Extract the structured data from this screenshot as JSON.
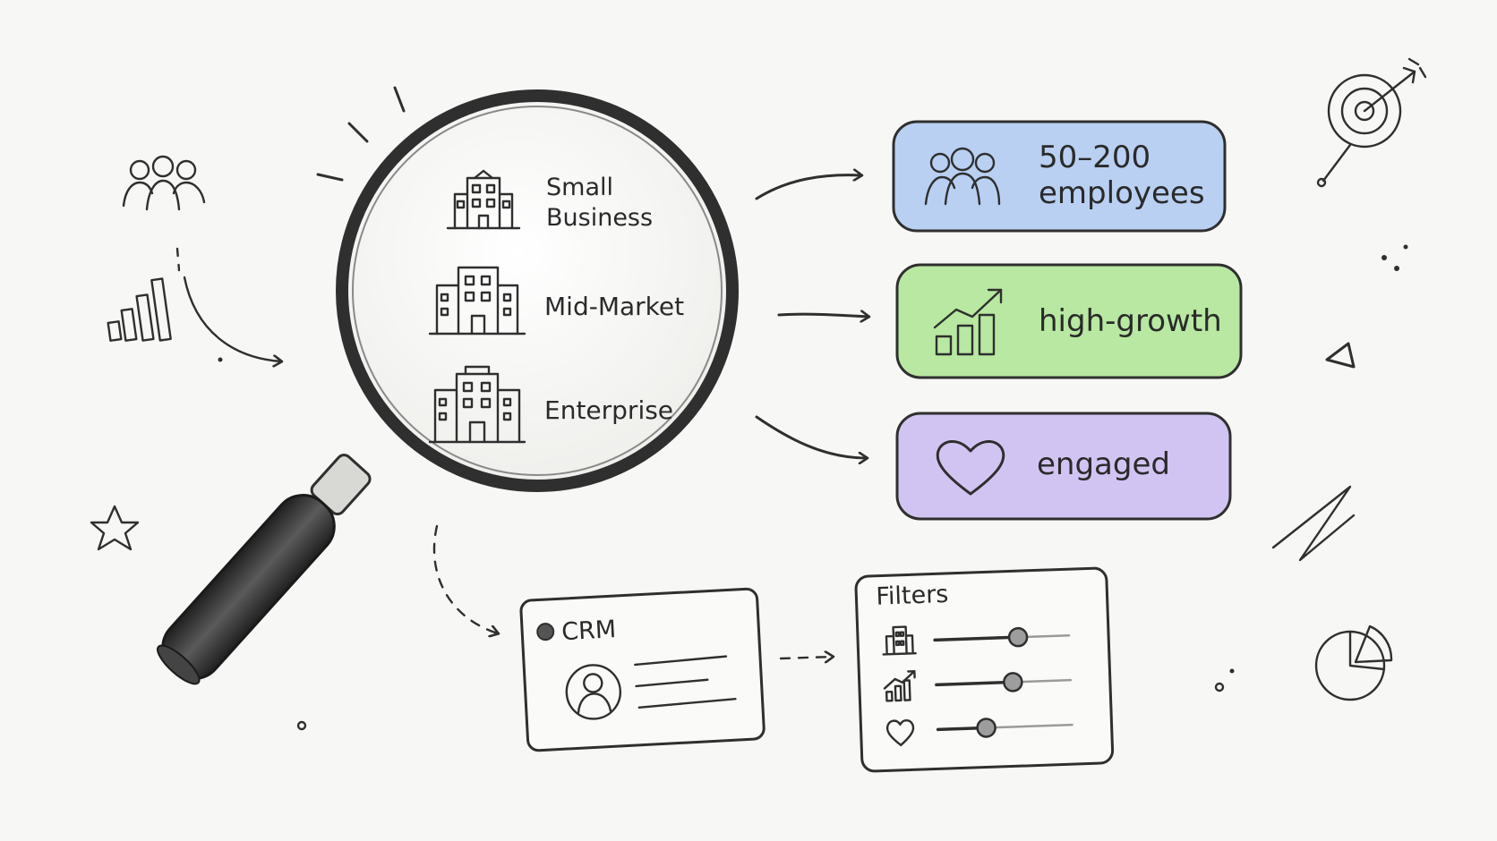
{
  "segments": [
    {
      "label_line1": "Small",
      "label_line2": "Business"
    },
    {
      "label_line1": "Mid-Market",
      "label_line2": ""
    },
    {
      "label_line1": "Enterprise",
      "label_line2": ""
    }
  ],
  "criteria": [
    {
      "line1": "50–200",
      "line2": "employees",
      "icon": "people-icon",
      "color": "#b9d0f2"
    },
    {
      "line1": "high-growth",
      "line2": "",
      "icon": "growth-chart-icon",
      "color": "#b8e8a2"
    },
    {
      "line1": "engaged",
      "line2": "",
      "icon": "heart-icon",
      "color": "#d2c4f2"
    }
  ],
  "crm_card": {
    "title": "CRM"
  },
  "filters_card": {
    "title": "Filters",
    "sliders": [
      {
        "icon": "building-icon",
        "value": 0.62
      },
      {
        "icon": "growth-chart-icon",
        "value": 0.57
      },
      {
        "icon": "heart-icon",
        "value": 0.36
      }
    ]
  }
}
